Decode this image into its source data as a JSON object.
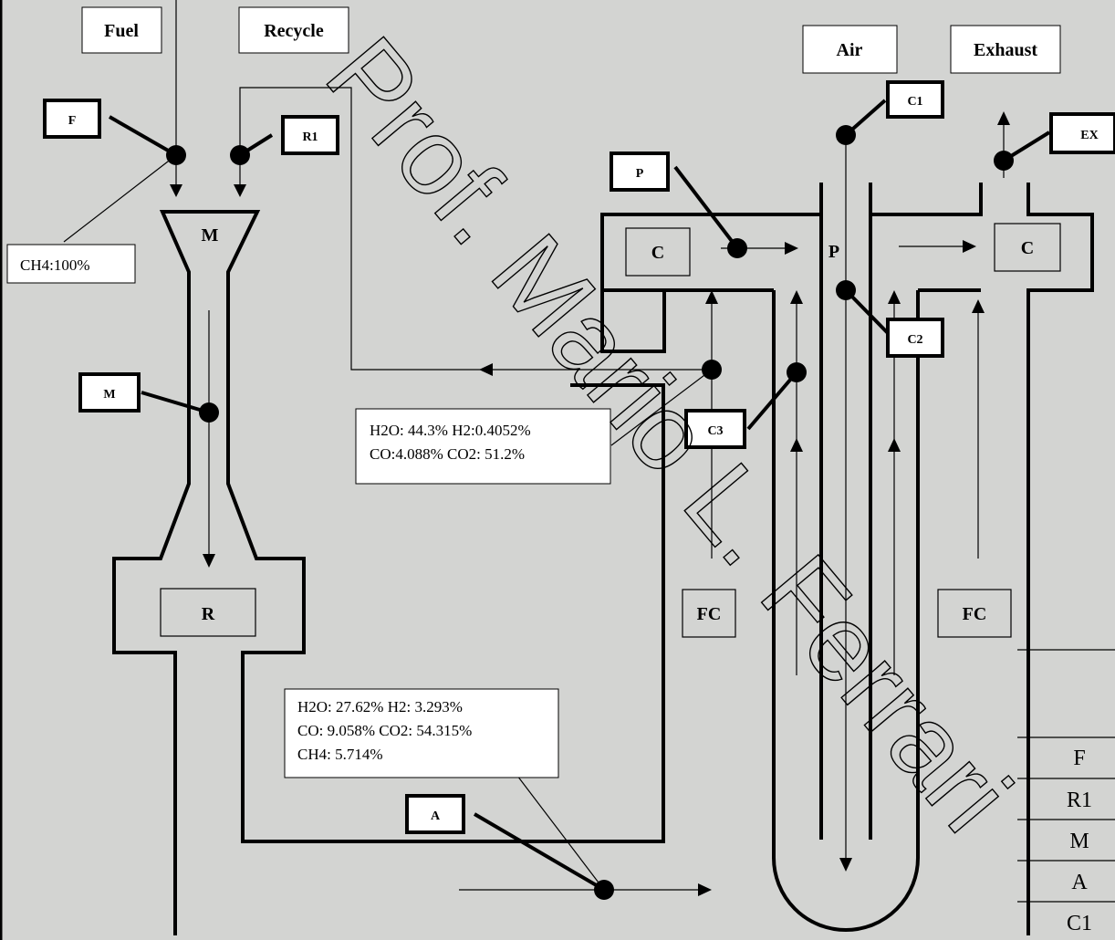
{
  "inputs": {
    "fuel": "Fuel",
    "recycle": "Recycle",
    "air": "Air",
    "exhaust": "Exhaust"
  },
  "components": {
    "mixer": "M",
    "reformer": "R",
    "combustor_left": "C",
    "preheater": "P",
    "combustor_right": "C",
    "fuel_cell_left": "FC",
    "fuel_cell_right": "FC"
  },
  "tags": {
    "F": "F",
    "R1": "R1",
    "M": "M",
    "A": "A",
    "C1": "C1",
    "C2": "C2",
    "C3": "C3",
    "P": "P",
    "EX": "EX"
  },
  "compositions": {
    "fuel": "CH4:100%",
    "reformer_out": {
      "line1": "H2O: 27.62%  H2: 3.293%",
      "line2": "CO: 9.058%  CO2: 54.315%",
      "line3": "CH4: 5.714%"
    },
    "anode_out": {
      "line1": "H2O: 44.3%  H2:0.4052%",
      "line2": "CO:4.088%  CO2: 51.2%"
    }
  },
  "side_table": [
    "F",
    "R1",
    "M",
    "A",
    "C1"
  ],
  "watermark": "Prof. Mario L. Ferrari"
}
